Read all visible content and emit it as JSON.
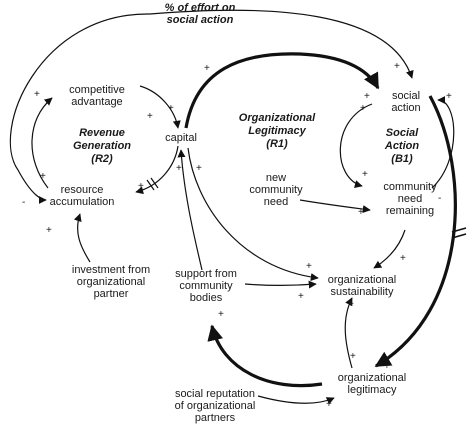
{
  "variables": {
    "effort": "% of effort on\nsocial action",
    "competitive_advantage": "competitive\nadvantage",
    "capital": "capital",
    "resource_accumulation": "resource\naccumulation",
    "investment": "investment from\norganizational\npartner",
    "social_action": "social\naction",
    "new_community_need": "new\ncommunity\nneed",
    "community_need_remaining": "community\nneed\nremaining",
    "support_community": "support from\ncommunity\nbodies",
    "organizational_sustainability": "organizational\nsustainability",
    "organizational_legitimacy": "organizational\nlegitimacy",
    "social_reputation": "social reputation\nof organizational\npartners"
  },
  "loops": {
    "r2": "Revenue\nGeneration\n(R2)",
    "r1": "Organizational\nLegitimacy\n(R1)",
    "b1": "Social\nAction\n(B1)"
  },
  "polarity": {
    "plus": "+",
    "minus": "-"
  }
}
